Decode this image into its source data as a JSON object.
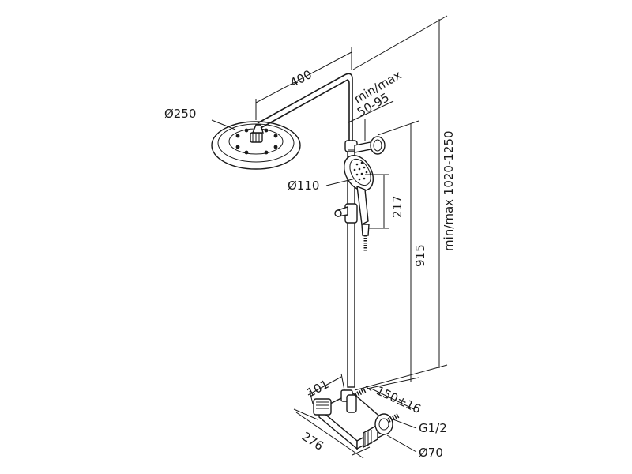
{
  "dimensions": {
    "head_diameter": "Ø250",
    "arm_length": "400",
    "arm_adjust_label": "min/max",
    "arm_adjust_value": "50-95",
    "total_height": "min/max 1020-1250",
    "hand_shower_diameter": "Ø110",
    "hand_shower_height": "217",
    "riser_height": "915",
    "valve_depth": "101",
    "inlet_spacing": "150±16",
    "thread_size": "G1/2",
    "valve_width": "276",
    "escutcheon_diameter": "Ø70"
  }
}
